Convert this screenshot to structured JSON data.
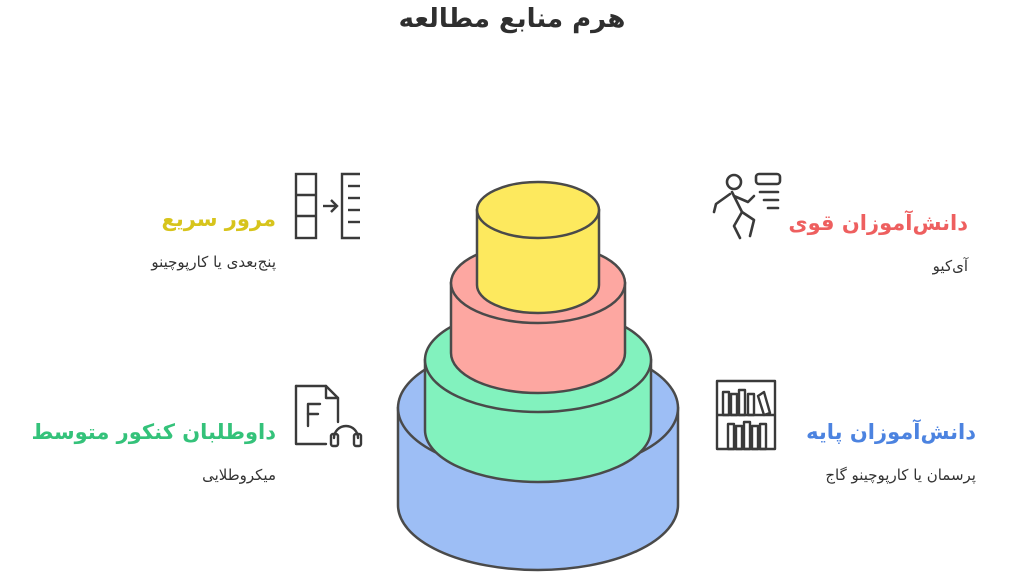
{
  "title": "هرم منابع مطالعه",
  "colors": {
    "base": "#9DBEF5",
    "second": "#82F2BE",
    "third": "#FDA7A1",
    "top": "#FDE95E",
    "outline": "#4a4a4a"
  },
  "items": {
    "top_left": {
      "heading": "مرور سریع",
      "sub": "پنج‌بعدی یا کارپوچینو",
      "color": "#D7C41C",
      "icon": "list-transfer-icon"
    },
    "top_right": {
      "heading": "دانش‌آموزان قوی",
      "sub": "آی‌کیو",
      "color": "#EE5F5F",
      "icon": "runner-icon"
    },
    "bottom_left": {
      "heading": "داوطلبان کنکور متوسط",
      "sub": "میکروطلایی",
      "color": "#34C27A",
      "icon": "audio-file-icon"
    },
    "bottom_right": {
      "heading": "دانش‌آموزان پایه",
      "sub": "پرسمان یا کارپوچینو گاج",
      "color": "#4C83E0",
      "icon": "bookshelf-icon"
    }
  }
}
